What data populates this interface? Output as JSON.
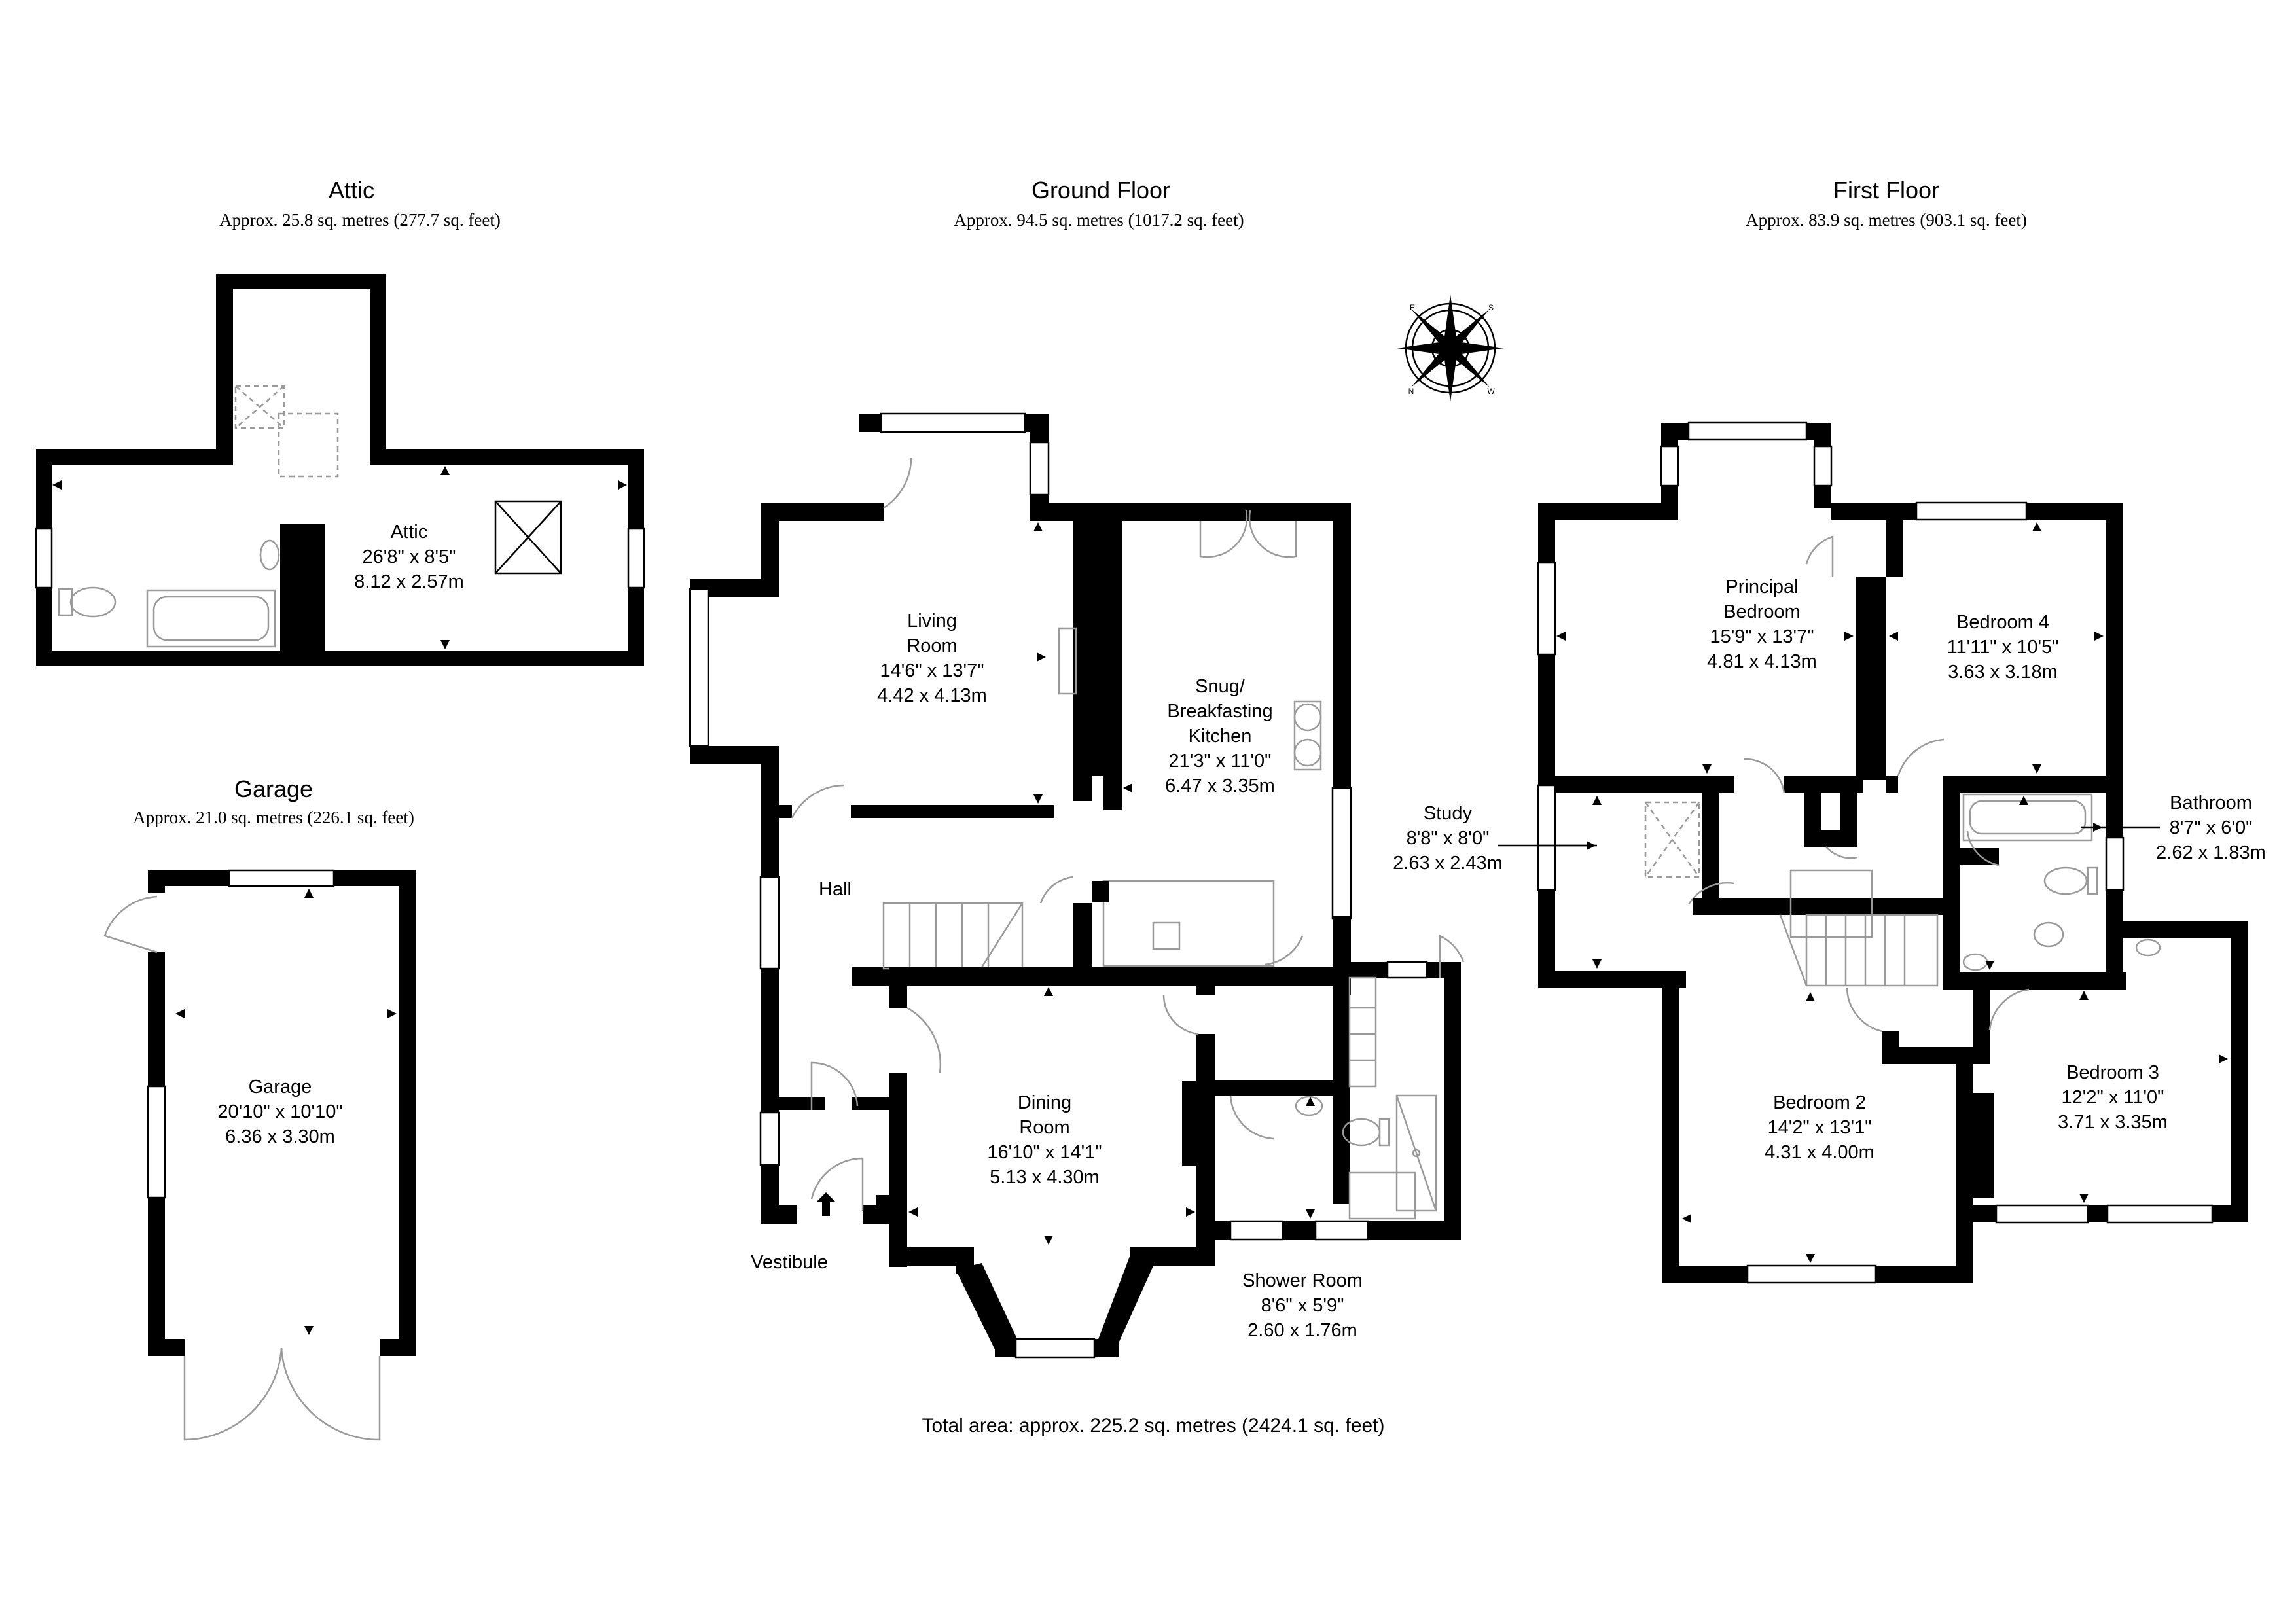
{
  "sections": {
    "attic": {
      "title": "Attic",
      "area": "Approx. 25.8 sq. metres (277.7 sq. feet)"
    },
    "ground": {
      "title": "Ground Floor",
      "area": "Approx. 94.5 sq. metres (1017.2 sq. feet)"
    },
    "first": {
      "title": "First Floor",
      "area": "Approx. 83.9 sq. metres (903.1 sq. feet)"
    },
    "garage": {
      "title": "Garage",
      "area": "Approx. 21.0 sq. metres (226.1 sq. feet)"
    }
  },
  "rooms": {
    "attic": {
      "name": "Attic",
      "imperial": "26'8\" x 8'5\"",
      "metric": "8.12 x 2.57m"
    },
    "garage": {
      "name": "Garage",
      "imperial": "20'10\" x 10'10\"",
      "metric": "6.36 x 3.30m"
    },
    "living": {
      "name1": "Living",
      "name2": "Room",
      "imperial": "14'6\" x 13'7\"",
      "metric": "4.42 x 4.13m"
    },
    "snug": {
      "name1": "Snug/",
      "name2": "Breakfasting",
      "name3": "Kitchen",
      "imperial": "21'3\" x 11'0\"",
      "metric": "6.47 x 3.35m"
    },
    "hall": {
      "name": "Hall"
    },
    "dining": {
      "name1": "Dining",
      "name2": "Room",
      "imperial": "16'10\" x 14'1\"",
      "metric": "5.13 x 4.30m"
    },
    "vestibule": {
      "name": "Vestibule"
    },
    "shower": {
      "name": "Shower Room",
      "imperial": "8'6\" x 5'9\"",
      "metric": "2.60 x 1.76m"
    },
    "study": {
      "name": "Study",
      "imperial": "8'8\" x 8'0\"",
      "metric": "2.63 x 2.43m"
    },
    "principal": {
      "name1": "Principal",
      "name2": "Bedroom",
      "imperial": "15'9\" x 13'7\"",
      "metric": "4.81 x 4.13m"
    },
    "bed4": {
      "name": "Bedroom 4",
      "imperial": "11'11\" x 10'5\"",
      "metric": "3.63 x 3.18m"
    },
    "bathroom": {
      "name": "Bathroom",
      "imperial": "8'7\" x 6'0\"",
      "metric": "2.62 x 1.83m"
    },
    "bed2": {
      "name": "Bedroom 2",
      "imperial": "14'2\" x 13'1\"",
      "metric": "4.31 x 4.00m"
    },
    "bed3": {
      "name": "Bedroom 3",
      "imperial": "12'2\" x 11'0\"",
      "metric": "3.71 x 3.35m"
    }
  },
  "total": "Total area: approx. 225.2 sq. metres (2424.1 sq. feet)",
  "compass": {
    "labels": [
      "N",
      "S",
      "E",
      "W"
    ]
  },
  "colors": {
    "wall": "#000000",
    "fixture": "#9a9a9a",
    "background": "#ffffff"
  }
}
